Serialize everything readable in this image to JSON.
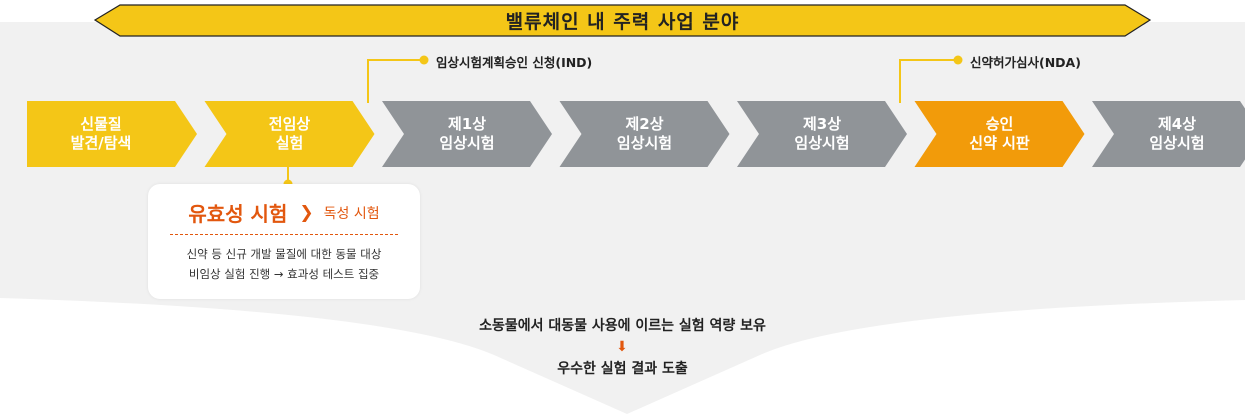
{
  "banner": {
    "title": "밸류체인 내 주력 사업 분야"
  },
  "colors": {
    "yellow": "#f4c617",
    "orange": "#f29b0a",
    "gray": "#909498",
    "accent": "#e2570e",
    "panel": "#f1f1f1"
  },
  "steps": [
    {
      "line1": "신물질",
      "line2": "발견/탐색",
      "color": "yellow"
    },
    {
      "line1": "전임상",
      "line2": "실험",
      "color": "yellow"
    },
    {
      "line1": "제1상",
      "line2": "임상시험",
      "color": "gray"
    },
    {
      "line1": "제2상",
      "line2": "임상시험",
      "color": "gray"
    },
    {
      "line1": "제3상",
      "line2": "임상시험",
      "color": "gray"
    },
    {
      "line1": "승인",
      "line2": "신약 시판",
      "color": "orange"
    },
    {
      "line1": "제4상",
      "line2": "임상시험",
      "color": "gray"
    }
  ],
  "callouts": [
    {
      "label": "임상시험계획승인 신청(IND)"
    },
    {
      "label": "신약허가심사(NDA)"
    }
  ],
  "card": {
    "main": "유효성 시험",
    "sub": "독성 시험",
    "desc_line1": "신약 등 신규 개발 물질에 대한 동물 대상",
    "desc_line2": "비임상 실험 진행 → 효과성 테스트 집중"
  },
  "summary": {
    "line1": "소동물에서 대동물 사용에 이르는 실험 역량 보유",
    "arrow": "⬇",
    "line2": "우수한 실험 결과 도출"
  }
}
